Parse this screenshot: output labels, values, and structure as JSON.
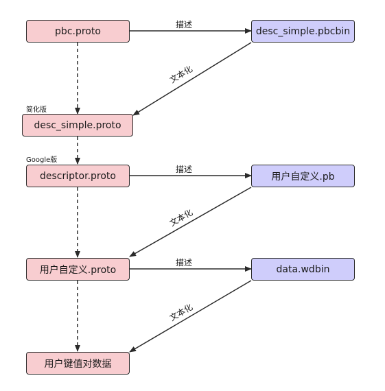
{
  "nodes": {
    "pbc_proto": "pbc.proto",
    "desc_simple_pbcbin": "desc_simple.pbcbin",
    "desc_simple_proto": "desc_simple.proto",
    "descriptor_proto": "descriptor.proto",
    "user_defined_pb": "用户自定义.pb",
    "user_defined_proto": "用户自定义.proto",
    "data_wdbin": "data.wdbin",
    "user_kv_data": "用户键值对数据"
  },
  "notes": {
    "simplified_version": "简化版",
    "google_version": "Google版"
  },
  "edge_labels": {
    "describe_1": "描述",
    "describe_2": "描述",
    "describe_3": "描述",
    "textualize_1": "文本化",
    "textualize_2": "文本化",
    "textualize_3": "文本化"
  },
  "colors": {
    "source_node_fill": "#f8cdd0",
    "binary_node_fill": "#cfcdfb",
    "stroke": "#2a2a2a"
  }
}
